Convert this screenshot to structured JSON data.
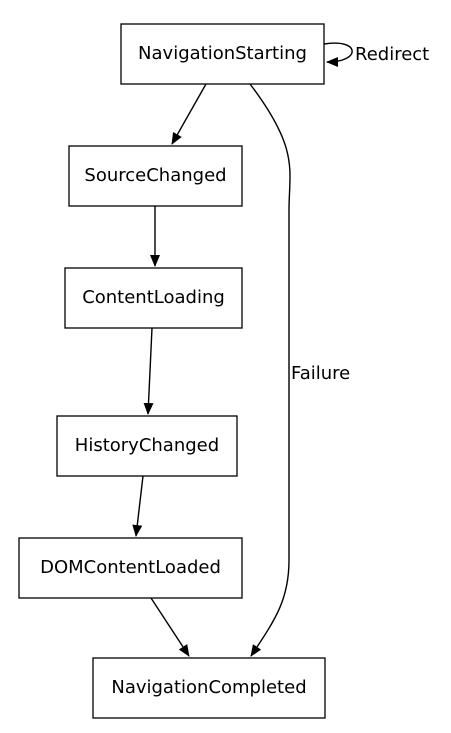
{
  "diagram": {
    "nodes": {
      "navigation_starting": "NavigationStarting",
      "source_changed": "SourceChanged",
      "content_loading": "ContentLoading",
      "history_changed": "HistoryChanged",
      "dom_content_loaded": "DOMContentLoaded",
      "navigation_completed": "NavigationCompleted"
    },
    "edge_labels": {
      "redirect": "Redirect",
      "failure": "Failure"
    }
  }
}
